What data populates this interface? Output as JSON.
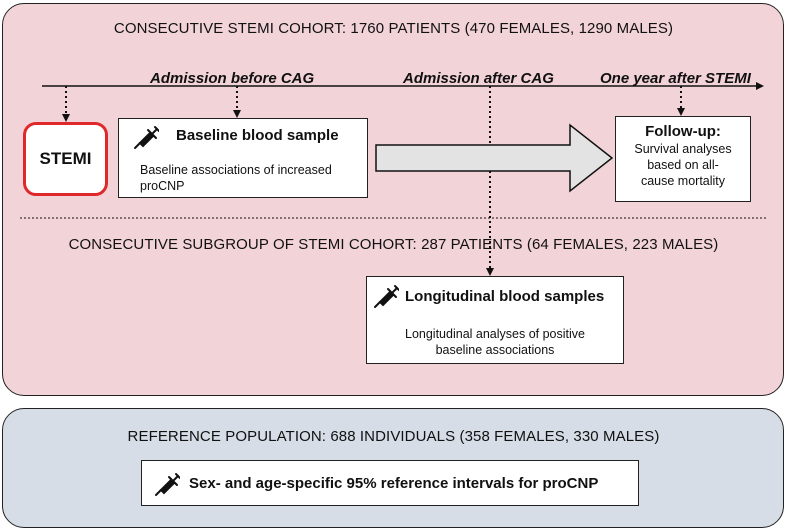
{
  "cohort": {
    "heading": "CONSECUTIVE STEMI COHORT: 1760 PATIENTS (470 FEMALES, 1290 MALES)",
    "stages": {
      "before_cag": "Admission before CAG",
      "after_cag": "Admission after CAG",
      "one_year": "One year after STEMI"
    },
    "stemi_label": "STEMI",
    "baseline": {
      "title": "Baseline blood sample",
      "body_line1": "Baseline associations of increased",
      "body_line2": "proCNP"
    },
    "followup": {
      "title": "Follow-up:",
      "body_line1": "Survival analyses",
      "body_line2": "based on all-",
      "body_line3": "cause mortality"
    }
  },
  "subgroup": {
    "heading": "CONSECUTIVE SUBGROUP OF STEMI COHORT: 287 PATIENTS (64 FEMALES, 223 MALES)",
    "longitudinal": {
      "title": "Longitudinal blood samples",
      "body_line1": "Longitudinal analyses of positive",
      "body_line2": "baseline associations"
    }
  },
  "reference": {
    "heading": "REFERENCE POPULATION: 688 INDIVIDUALS (358 FEMALES, 330 MALES)",
    "intervals_label": "Sex- and age-specific 95% reference intervals for proCNP"
  },
  "colors": {
    "cohort_panel": "#f2d3d8",
    "reference_panel": "#d6dde6",
    "stemi_border": "#e0282a",
    "arrow_fill": "#e3e3e3"
  },
  "icons": [
    "syringe-icon"
  ]
}
